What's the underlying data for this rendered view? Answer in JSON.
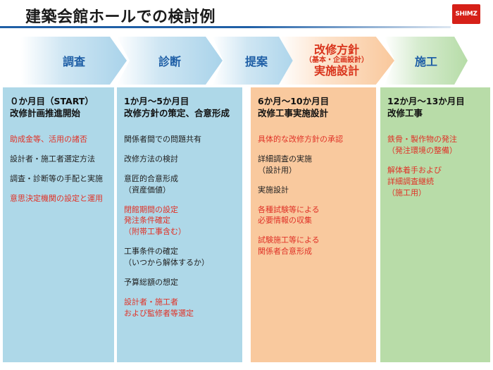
{
  "title": "建築会館ホールでの検討例",
  "logo_text": "SHIMZ",
  "phases": [
    {
      "label": "調査"
    },
    {
      "label": "診断"
    },
    {
      "label": "提案"
    },
    {
      "label_line1": "改修方針",
      "label_sub": "（基本・企画設計）",
      "label_line2": "実施設計"
    },
    {
      "label": "施工"
    }
  ],
  "columns": [
    {
      "head1": "０か月目（START）",
      "head2": "改修計画推進開始",
      "items": [
        {
          "text": "助成金等、活用の諸否",
          "color": "red"
        },
        {
          "text": "設計者・施工者選定方法",
          "color": "black"
        },
        {
          "text": "調査・診断等の手配と実施",
          "color": "black"
        },
        {
          "text": "意思決定機関の設定と運用",
          "color": "red"
        }
      ]
    },
    {
      "head1": "1か月〜5か月目",
      "head2": "改修方針の策定、合意形成",
      "items": [
        {
          "text": "関係者間での問題共有",
          "color": "black"
        },
        {
          "text": "改修方法の検討",
          "color": "black"
        },
        {
          "text": "意匠的合意形成\n（資産価値）",
          "color": "black"
        },
        {
          "text": "閉館期間の設定\n発注条件確定\n（附帯工事含む）",
          "color": "red"
        },
        {
          "text": "工事条件の確定\n（いつから解体するか）",
          "color": "black"
        },
        {
          "text": "予算総額の想定",
          "color": "black"
        },
        {
          "text": "設計者・施工者\nおよび監修者等選定",
          "color": "red"
        }
      ]
    },
    {
      "head1": "6か月〜10か月目",
      "head2": "改修工事実施設計",
      "items": [
        {
          "text": "具体的な改修方針の承認",
          "color": "red"
        },
        {
          "text": "詳細調査の実施\n（設計用）",
          "color": "black"
        },
        {
          "text": "実施設計",
          "color": "black"
        },
        {
          "text": "各種試験等による\n必要情報の収集",
          "color": "red"
        },
        {
          "text": "試験施工等による\n関係者合意形成",
          "color": "red"
        }
      ]
    },
    {
      "head1": "12か月〜13か月目",
      "head2": "改修工事",
      "items": [
        {
          "text": "鉄骨・製作物の発注\n（発注環境の整備）",
          "color": "red"
        },
        {
          "text": "解体着手および\n詳細調査継続\n（施工用）",
          "color": "red"
        }
      ]
    }
  ]
}
